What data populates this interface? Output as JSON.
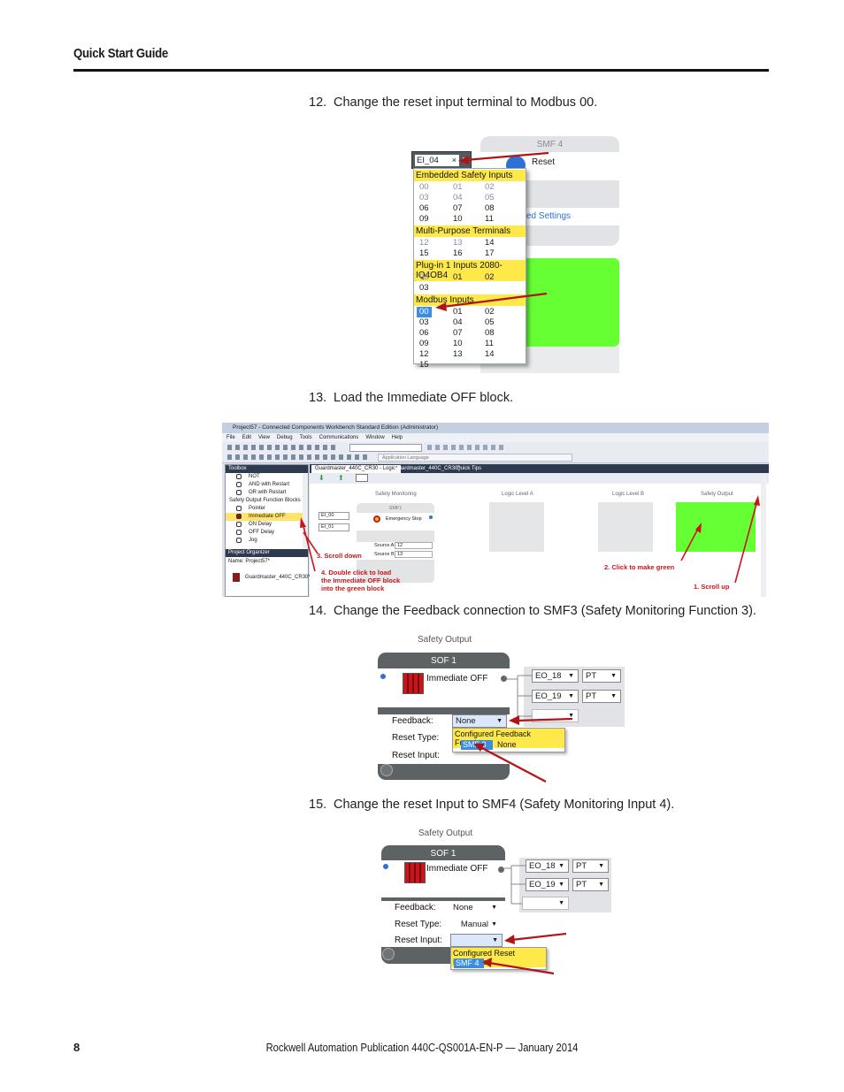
{
  "header": {
    "title": "Quick Start Guide"
  },
  "steps": [
    {
      "num": "12.",
      "text": "Change the reset input terminal to Modbus 00."
    },
    {
      "num": "13.",
      "text": "Load the Immediate OFF block."
    },
    {
      "num": "14.",
      "text": "Change the Feedback connection to SMF3 (Safety Monitoring Function 3)."
    },
    {
      "num": "15.",
      "text": "Change the reset Input to SMF4 (Safety Monitoring Input 4)."
    }
  ],
  "fig1": {
    "smf_title": "SMF 4",
    "reset_label": "Reset",
    "link_text": "ed Settings",
    "combo_value": "EI_04",
    "combo_clear": "×",
    "groups": [
      {
        "header": "Embedded Safety Inputs",
        "rows": [
          [
            "00",
            "01",
            "02"
          ],
          [
            "03",
            "04",
            "05"
          ],
          [
            "06",
            "07",
            "08"
          ],
          [
            "09",
            "10",
            "11"
          ]
        ]
      },
      {
        "header": "Multi-Purpose Terminals",
        "rows": [
          [
            "12",
            "13",
            "14"
          ],
          [
            "15",
            "16",
            "17"
          ]
        ]
      },
      {
        "header": "Plug-in 1 Inputs 2080-IQ4OB4",
        "rows": [
          [
            "00",
            "01",
            "02"
          ],
          [
            "03",
            "",
            ""
          ]
        ]
      },
      {
        "header": "Modbus Inputs",
        "rows": [
          [
            "00",
            "01",
            "02"
          ],
          [
            "03",
            "04",
            "05"
          ],
          [
            "06",
            "07",
            "08"
          ],
          [
            "09",
            "10",
            "11"
          ],
          [
            "12",
            "13",
            "14"
          ],
          [
            "15",
            "",
            ""
          ]
        ]
      }
    ]
  },
  "fig2": {
    "window_title": "Project57 - Connected Components Workbench Standard Edition (Administrator)",
    "menu": [
      "File",
      "Edit",
      "View",
      "Debug",
      "Tools",
      "Communications",
      "Window",
      "Help"
    ],
    "app_language": "Application Language",
    "toolbox_title": "Toolbox",
    "toolbox_items": [
      "NOT",
      "AND with Restart",
      "OR with Restart",
      "Safety Output Function Blocks",
      "Pointer",
      "Immediate OFF",
      "ON Delay",
      "OFF Delay",
      "Jog"
    ],
    "organizer_title": "Project Organizer",
    "organizer_name": "Name: Project57*",
    "organizer_item": "Guardmaster_440C_CR30*",
    "tabs": [
      "Guardmaster_440C_CR30 - Logic*",
      "Guardmaster_440C_CR30*",
      "Quick Tips"
    ],
    "columns": [
      "Safety Monitoring",
      "Logic Level A",
      "Logic Level B",
      "Safety Output"
    ],
    "smf_title": "SMF1",
    "smf_label": "Emergency Stop",
    "inputs": [
      "EI_00",
      "EI_01"
    ],
    "source_a": "Source A:",
    "source_a_val": "12",
    "source_b": "Source B:",
    "source_b_val": "13",
    "callouts": {
      "scroll_down": "3. Scroll down",
      "double_click": [
        "4. Double click to load",
        "the Immediate OFF block",
        "into the green block"
      ],
      "make_green": "2. Click to make green",
      "scroll_up": "1. Scroll up"
    }
  },
  "fig3": {
    "header": "Safety Output",
    "title": "SOF 1",
    "block": "Immediate OFF",
    "outputs": [
      [
        "EO_18",
        "PT"
      ],
      [
        "EO_19",
        "PT"
      ]
    ],
    "feedback_label": "Feedback:",
    "feedback_value": "None",
    "reset_type_label": "Reset Type:",
    "reset_input_label": "Reset Input:",
    "dd_header": "Configured Feedback Functions",
    "dd_selected": "SMF 3",
    "dd_other": "None"
  },
  "fig4": {
    "header": "Safety Output",
    "title": "SOF 1",
    "block": "Immediate OFF",
    "outputs": [
      [
        "EO_18",
        "PT"
      ],
      [
        "EO_19",
        "PT"
      ]
    ],
    "feedback_label": "Feedback:",
    "feedback_value": "None",
    "reset_type_label": "Reset Type:",
    "reset_type_value": "Manual",
    "reset_input_label": "Reset Input:",
    "dd_header": "Configured Reset Functions",
    "dd_selected": "SMF 4"
  },
  "footer": {
    "page_number": "8",
    "publication": "Rockwell Automation Publication 440C-QS001A-EN-P — January 2014"
  },
  "colors": {
    "accent_red": "#b01515",
    "green_block": "#66ff33",
    "highlight_yellow": "#ffe94a",
    "panel_grey": "#5d6265"
  }
}
